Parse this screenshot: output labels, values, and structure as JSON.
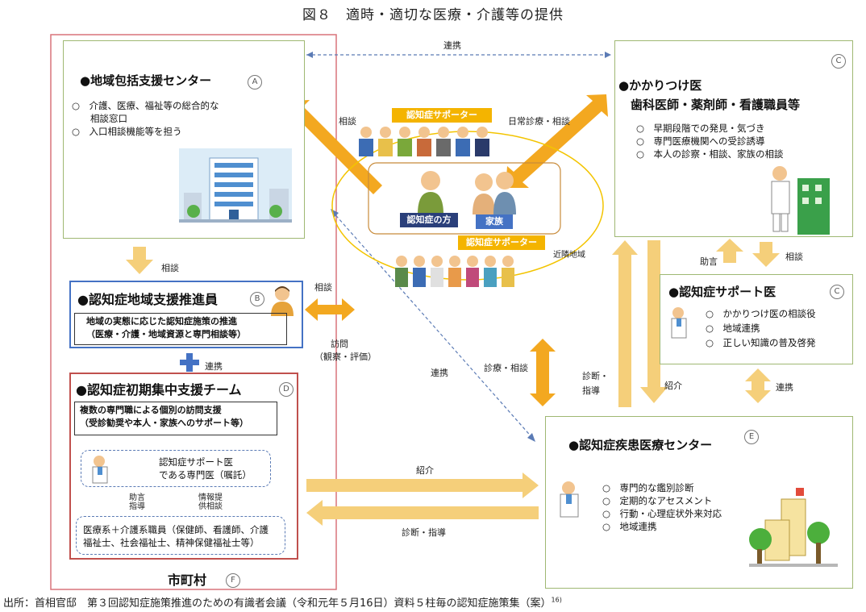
{
  "title": "図８　適時・適切な医療・介護等の提供",
  "municipality": {
    "label": "市町村",
    "badge": "F"
  },
  "center_a": {
    "heading": "●地域包括支援センター",
    "badge": "A",
    "items": [
      "○　介護、医療、福祉等の総合的な",
      "　　相談窓口",
      "○　入口相談機能等を担う"
    ]
  },
  "center_b": {
    "heading": "●認知症地域支援推進員",
    "badge": "B",
    "desc": [
      "地域の実態に応じた認知症施策の推進",
      "（医療・介護・地域資源と専門相談等）"
    ]
  },
  "center_d": {
    "heading": "●認知症初期集中支援チーム",
    "badge": "D",
    "desc": [
      "複数の専門職による個別の訪問支援",
      "（受診勧奨や本人・家族へのサポート等）"
    ],
    "doctor_box": [
      "認知症サポート医",
      "である専門医（嘱託）"
    ],
    "advice": "助言指導",
    "info": "情報提供相談",
    "staff_box": [
      "医療系＋介護系職員（保健師、看護師、介護",
      "福祉士、社会福祉士、精神保健福祉士等）"
    ]
  },
  "center_c1": {
    "heading": [
      "●かかりつけ医",
      "　歯科医師・薬剤師・看護職員等"
    ],
    "badge": "C",
    "items": [
      "○　早期段階での発見・気づき",
      "○　専門医療機関への受診誘導",
      "○　本人の診察・相談、家族の相談"
    ]
  },
  "center_c2": {
    "heading": "●認知症サポート医",
    "badge": "C",
    "items": [
      "○　かかりつけ医の相談役",
      "○　地域連携",
      "○　正しい知識の普及啓発"
    ]
  },
  "center_e": {
    "heading": "●認知症疾患医療センター",
    "badge": "E",
    "items": [
      "○　専門的な鑑別診断",
      "○　定期的なアセスメント",
      "○　行動・心理症状外来対応",
      "○　地域連携"
    ]
  },
  "center_group": {
    "supporter_top": "認知症サポーター",
    "supporter_bottom": "認知症サポーター",
    "person": "認知症の方",
    "family": "家族",
    "neighborhood": "近隣地域"
  },
  "labels": {
    "renkei_top": "連携",
    "soudan_a": "相談",
    "nichijo": "日常診療・相談",
    "soudan_a_b": "相談",
    "soudan_b": "相談",
    "renkei_bd": "連携",
    "houmon": "訪問",
    "houmon_sub": "（観察・評価）",
    "renkei_diag": "連携",
    "shinryo": "診療・相談",
    "shindan": "診断・",
    "shindo": "指導",
    "shokai_right": "紹介",
    "jogen": "助言",
    "soudan_c": "相談",
    "renkei_c_e": "連携",
    "shokai_bottom": "紹介",
    "shindan_bottom": "診断・指導"
  },
  "colors": {
    "box_border": "#9fb873",
    "arrow": "#f5cf7a",
    "arrow_dark": "#f3a820",
    "municipality": "#d9737a",
    "blue": "#4472c4"
  },
  "footer": "出所：首相官邸　第３回認知症施策推進のための有識者会議（令和元年５月16日）資料５柱毎の認知症施策集（案）",
  "footnote": "16)"
}
